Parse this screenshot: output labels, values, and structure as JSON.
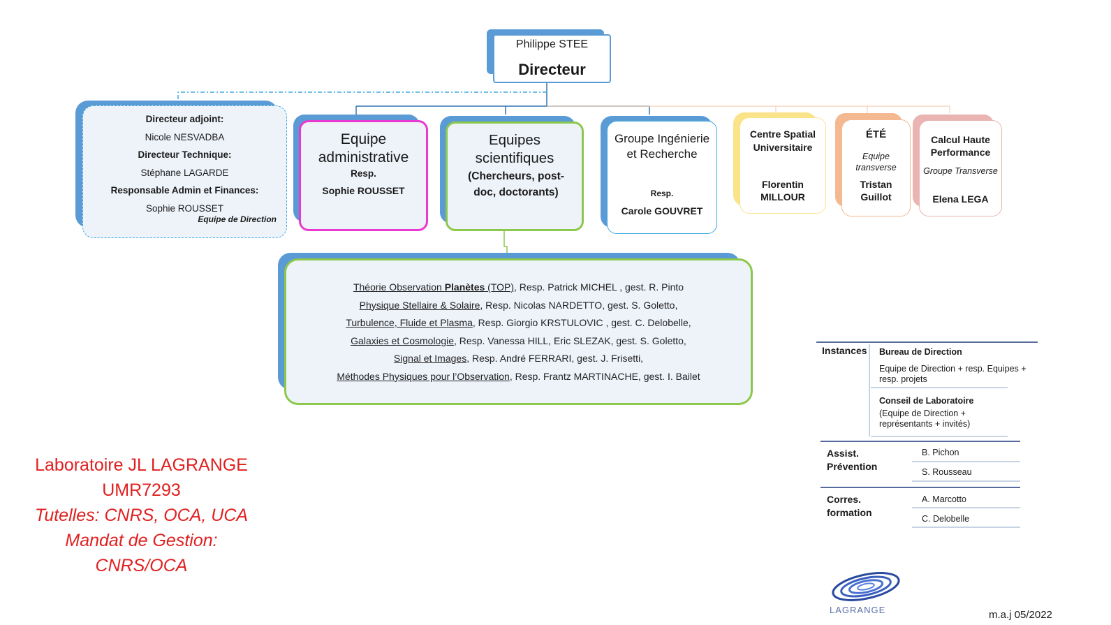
{
  "director": {
    "name": "Philippe STEE",
    "title": "Directeur"
  },
  "direction": {
    "adjoint_label": "Directeur adjoint:",
    "adjoint_name": "Nicole NESVADBA",
    "tech_label": "Directeur Technique:",
    "tech_name": "Stéphane LAGARDE",
    "admin_label": "Responsable Admin et Finances:",
    "admin_name": "Sophie ROUSSET",
    "team_caption": "Equipe de Direction"
  },
  "admin_team": {
    "title": "Equipe administrative",
    "resp_label": "Resp.",
    "resp_name": "Sophie ROUSSET"
  },
  "sci_teams": {
    "title_1": "Equipes",
    "title_2": "scientifiques",
    "subtitle": "(Chercheurs, post-doc, doctorants)"
  },
  "engineering": {
    "title": "Groupe Ingénierie et Recherche",
    "resp_label": "Resp.",
    "resp_name": "Carole GOUVRET"
  },
  "transverse": [
    {
      "title": "Centre Spatial Universitaire",
      "subtitle": "",
      "name": "Florentin MILLOUR"
    },
    {
      "title": "ÉTÉ",
      "subtitle": "Equipe transverse",
      "name": "Tristan Guillot"
    },
    {
      "title": "Calcul Haute Performance",
      "subtitle": "Groupe Transverse",
      "name": "Elena LEGA"
    }
  ],
  "sci_groups": [
    {
      "topic_a": "Théorie Observation ",
      "topic_b": "Planètes",
      "topic_c": " (TOP)",
      "rest": ", Resp. Patrick MICHEL , gest. R. Pinto"
    },
    {
      "topic_a": "Physique Stellaire & Solaire",
      "topic_b": "",
      "topic_c": "",
      "rest": ", Resp. Nicolas NARDETTO,  gest. S. Goletto,"
    },
    {
      "topic_a": "Turbulence, Fluide et Plasma",
      "topic_b": "",
      "topic_c": "",
      "rest": ", Resp. Giorgio KRSTULOVIC , gest. C. Delobelle,"
    },
    {
      "topic_a": "Galaxies et Cosmologie",
      "topic_b": "",
      "topic_c": "",
      "rest": ", Resp.  Vanessa HILL, Eric SLEZAK, gest. S. Goletto,"
    },
    {
      "topic_a": "Signal et Images",
      "topic_b": "",
      "topic_c": "",
      "rest": ", Resp. André FERRARI, gest. J. Frisetti,"
    },
    {
      "topic_a": "Méthodes Physiques pour l’Observation",
      "topic_b": "",
      "topic_c": "",
      "rest": ", Resp. Frantz MARTINACHE, gest. I. Bailet"
    }
  ],
  "lab": {
    "line1": "Laboratoire JL LAGRANGE",
    "line2": "UMR7293",
    "line3": "Tutelles: CNRS, OCA, UCA",
    "line4": "Mandat de Gestion:",
    "line5": "CNRS/OCA"
  },
  "instances": {
    "label": "Instances",
    "bureau_title": "Bureau de Direction",
    "bureau_desc": "Equipe de Direction + resp. Equipes + resp. projets",
    "conseil_title": "Conseil de Laboratoire",
    "conseil_desc": "(Equipe de Direction + représentants + invités)",
    "assist_label": "Assist. Prévention",
    "assist_names": [
      "B. Pichon",
      "S. Rousseau"
    ],
    "corres_label": "Corres. formation",
    "corres_names": [
      "A. Marcotto",
      "C. Delobelle"
    ]
  },
  "logo_text": "LAGRANGE",
  "update_note": "m.a.j 05/2022",
  "colors": {
    "blue_shadow": "#5b9bd5",
    "magenta": "#e83ad0",
    "green": "#8cc84b",
    "light_blue": "#3fa9e0",
    "yellow": "#fbe38a",
    "salmon": "#f4b990",
    "pink": "#e9b4b1",
    "red_text": "#e02020",
    "navy": "#1f3a7a"
  }
}
